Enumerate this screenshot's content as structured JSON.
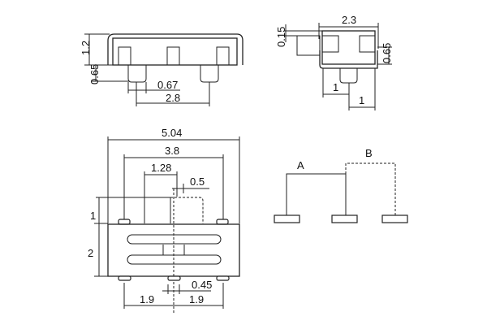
{
  "side_view": {
    "height": "1.2",
    "pin_length": "0.65",
    "pin_width": "0.67",
    "pin_pitch": "2.8"
  },
  "end_view": {
    "width": "2.3",
    "tab_offset": "0.15",
    "tab_height": "0.65",
    "pin_offset_1": "1",
    "pin_offset_2": "1"
  },
  "top_view": {
    "overall_width": "5.04",
    "outer_pin_span": "3.8",
    "actuator_width": "1.28",
    "actuator_travel": "0.5",
    "actuator_height": "1",
    "body_depth": "2",
    "pin_width": "0.45",
    "pitch_left": "1.9",
    "pitch_right": "1.9"
  },
  "schematic": {
    "label_a": "A",
    "label_b": "B"
  }
}
